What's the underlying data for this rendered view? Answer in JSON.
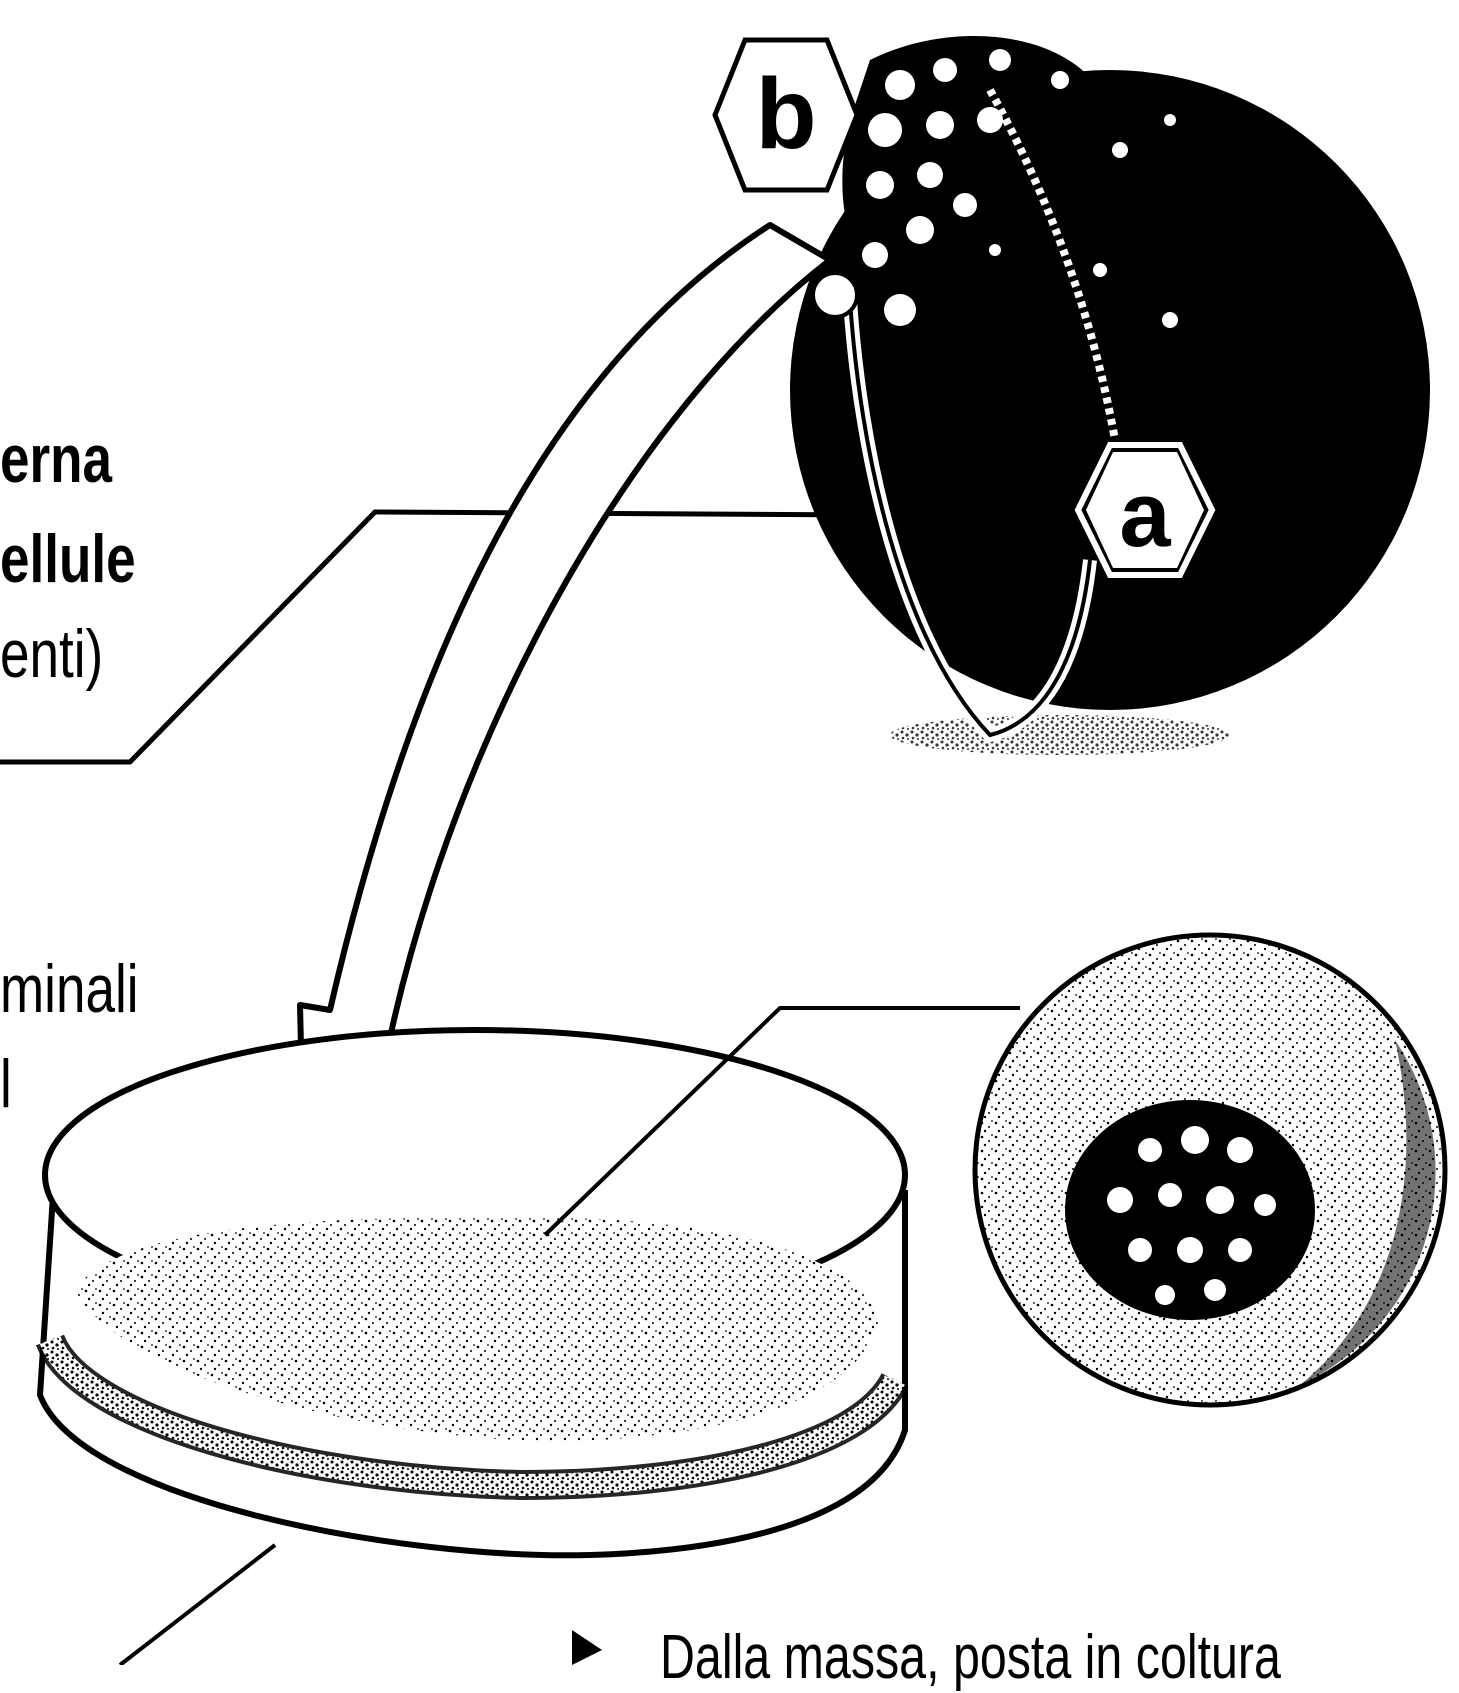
{
  "labels": {
    "left_line1": "erna",
    "left_line2": "ellule",
    "left_line3": "enti)",
    "left_line4": "minali",
    "left_line5": "l",
    "hex_a": "a",
    "hex_b": "b",
    "caption": "Dalla massa, posta in coltura"
  },
  "colors": {
    "ink": "#000000",
    "paper": "#ffffff"
  },
  "icons": {
    "caption_marker": "triangle-right-icon"
  }
}
